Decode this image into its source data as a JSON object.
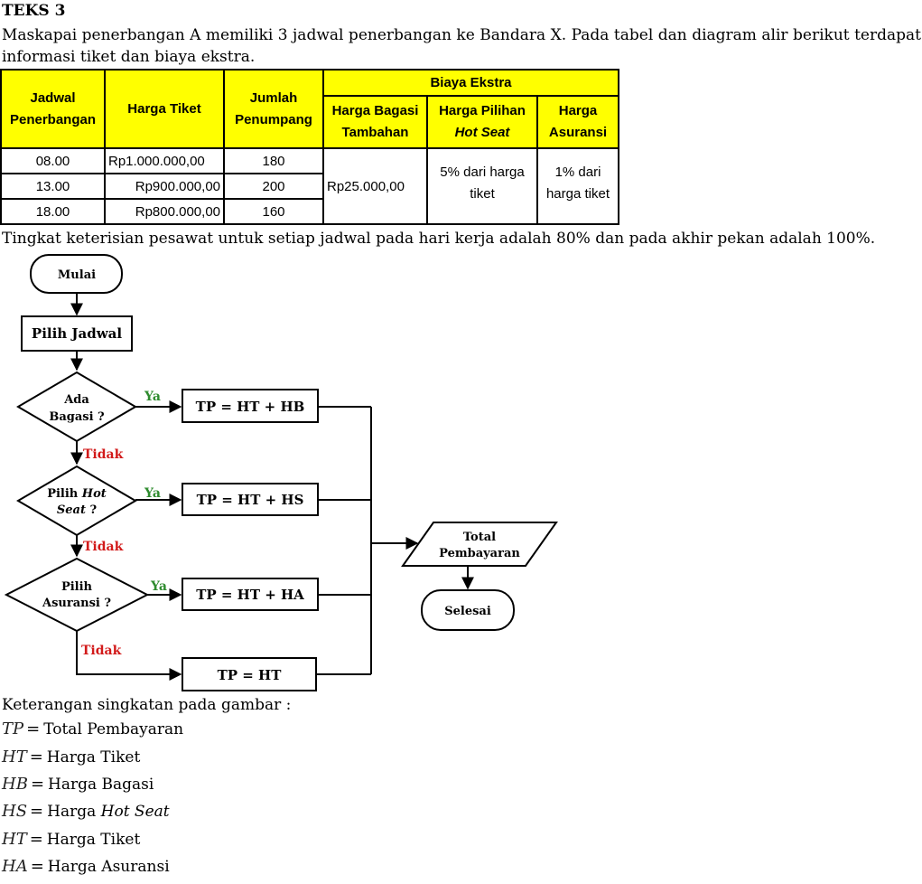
{
  "title": "TEKS 3",
  "intro": "Maskapai penerbangan A memiliki 3 jadwal penerbangan ke Bandara X. Pada tabel dan diagram alir berikut terdapat informasi tiket dan biaya ekstra.",
  "table": {
    "headers": {
      "jadwal_line1": "Jadwal",
      "jadwal_line2": "Penerbangan",
      "harga_tiket": "Harga Tiket",
      "jumlah_line1": "Jumlah",
      "jumlah_line2": "Penumpang",
      "biaya_ekstra": "Biaya Ekstra",
      "bagasi_line1": "Harga Bagasi",
      "bagasi_line2": "Tambahan",
      "hotseat_line1": "Harga Pilihan",
      "hotseat_line2": "Hot Seat",
      "asuransi_line1": "Harga",
      "asuransi_line2": "Asuransi"
    },
    "rows": [
      {
        "jadwal": "08.00",
        "harga": "Rp1.000.000,00",
        "jumlah": "180"
      },
      {
        "jadwal": "13.00",
        "harga": "Rp900.000,00",
        "jumlah": "200"
      },
      {
        "jadwal": "18.00",
        "harga": "Rp800.000,00",
        "jumlah": "160"
      }
    ],
    "bagasi_value": "Rp25.000,00",
    "hotseat_value_line1": "5% dari harga",
    "hotseat_value_line2": "tiket",
    "asuransi_value_line1": "1% dari",
    "asuransi_value_line2": "harga tiket"
  },
  "fill_text": "Tingkat keterisian pesawat untuk setiap jadwal pada hari kerja adalah 80% dan pada akhir pekan adalah 100%.",
  "flowchart": {
    "start": "Mulai",
    "pick_schedule": "Pilih Jadwal",
    "decision_bagasi_line1": "Ada",
    "decision_bagasi_line2": "Bagasi ?",
    "decision_hotseat_line1_a": "Pilih ",
    "decision_hotseat_line1_b": "Hot",
    "decision_hotseat_line2_a": "Seat",
    "decision_hotseat_line2_b": " ?",
    "decision_asuransi_line1": "Pilih",
    "decision_asuransi_line2": "Asuransi ?",
    "yes": "Ya",
    "no": "Tidak",
    "proc_hb": "TP = HT + HB",
    "proc_hs": "TP = HT + HS",
    "proc_ha": "TP = HT + HA",
    "proc_ht": "TP = HT",
    "output_line1": "Total",
    "output_line2": "Pembayaran",
    "end": "Selesai"
  },
  "legend": {
    "title": "Keterangan singkatan pada gambar :",
    "items": [
      {
        "sym": "TP",
        "desc": "Total Pembayaran",
        "italic_desc": false
      },
      {
        "sym": "HT",
        "desc": "Harga Tiket",
        "italic_desc": false
      },
      {
        "sym": "HB",
        "desc": "Harga Bagasi",
        "italic_desc": false
      },
      {
        "sym": "HS",
        "desc_a": "Harga ",
        "desc_b": "Hot Seat",
        "italic_desc": true
      },
      {
        "sym": "HT",
        "desc": "Harga Tiket",
        "italic_desc": false
      },
      {
        "sym": "HA",
        "desc": "Harga Asuransi",
        "italic_desc": false
      }
    ],
    "equals": "="
  }
}
